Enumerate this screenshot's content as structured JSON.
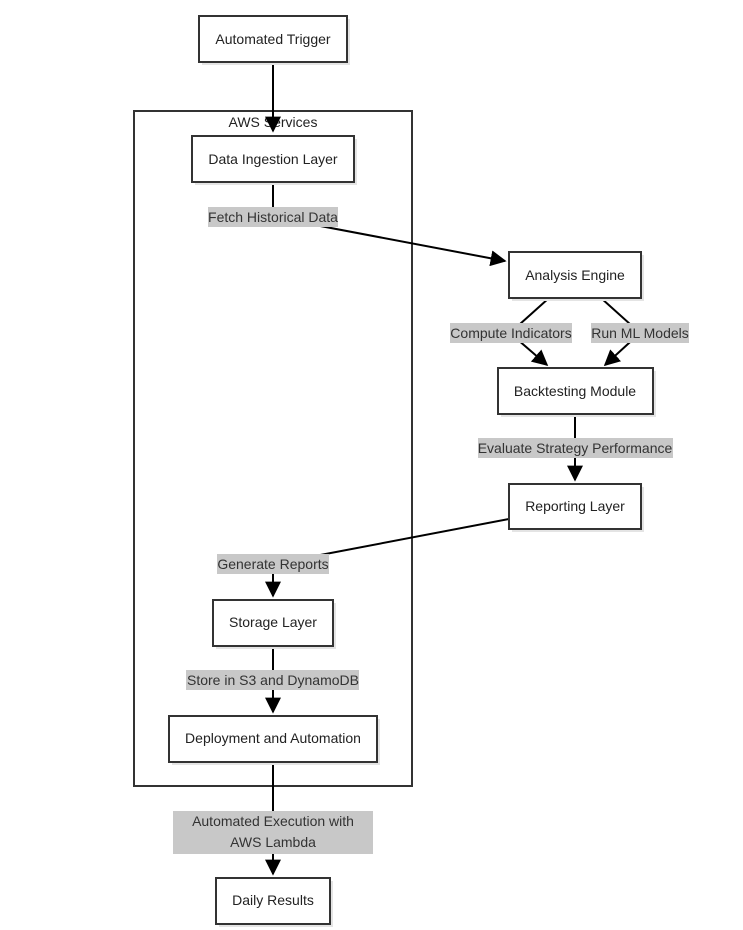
{
  "diagram": {
    "cluster": {
      "title": "AWS Services"
    },
    "nodes": {
      "automated_trigger": "Automated Trigger",
      "data_ingestion": "Data Ingestion Layer",
      "analysis_engine": "Analysis Engine",
      "backtesting": "Backtesting Module",
      "reporting": "Reporting Layer",
      "storage": "Storage Layer",
      "deployment": "Deployment and Automation",
      "daily_results": "Daily Results"
    },
    "edge_labels": {
      "fetch": "Fetch Historical Data",
      "compute": "Compute Indicators",
      "ml": "Run ML Models",
      "evaluate": "Evaluate Strategy Performance",
      "generate": "Generate Reports",
      "store": "Store in S3 and DynamoDB",
      "lambda_line1": "Automated Execution with",
      "lambda_line2": "AWS Lambda"
    }
  }
}
